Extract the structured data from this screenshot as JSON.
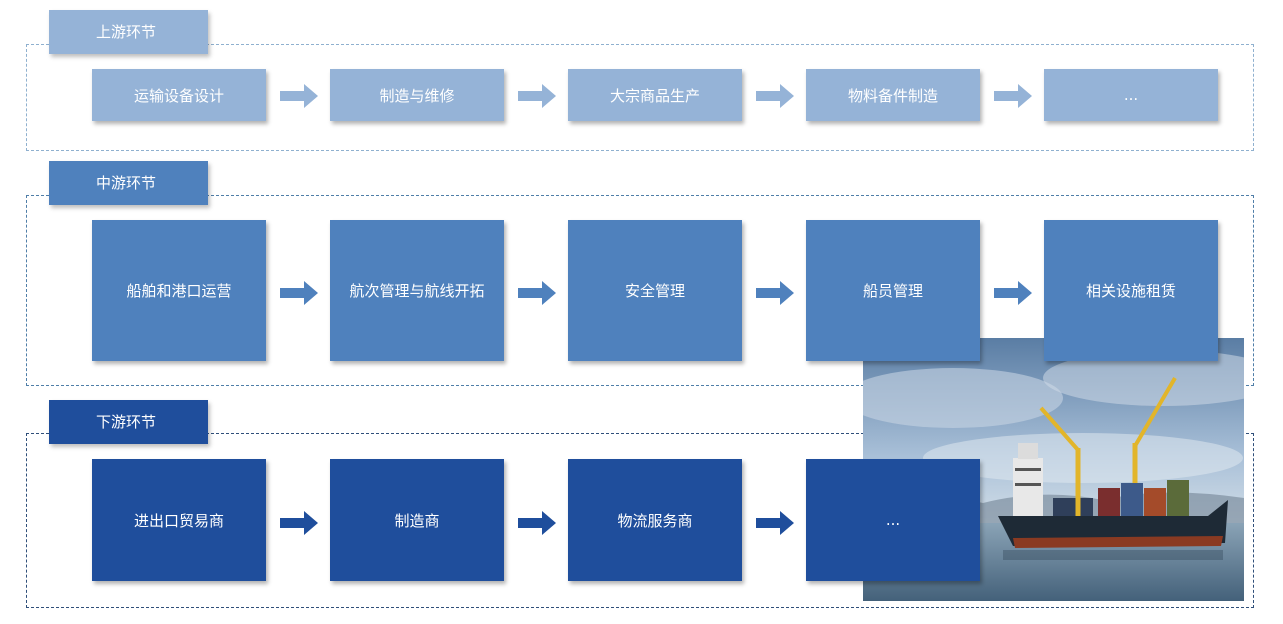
{
  "colors": {
    "upstream": "#95b3d7",
    "midstream": "#4f81bd",
    "downstream": "#1f4e9c",
    "upstream_border": "#8fb0cf",
    "midstream_border": "#4f7ea8",
    "downstream_border": "#2f4f7a"
  },
  "sections": [
    {
      "id": "upstream",
      "title": "上游环节",
      "items": [
        "运输设备设计",
        "制造与维修",
        "大宗商品生产",
        "物料备件制造",
        "..."
      ]
    },
    {
      "id": "midstream",
      "title": "中游环节",
      "items": [
        "船舶和港口运营",
        "航次管理与航线开拓",
        "安全管理",
        "船员管理",
        "相关设施租赁"
      ]
    },
    {
      "id": "downstream",
      "title": "下游环节",
      "items": [
        "进出口贸易商",
        "制造商",
        "物流服务商",
        "..."
      ]
    }
  ],
  "icons": {
    "arrow": "right-block-arrow-icon",
    "photo": "cargo-ship-photo"
  }
}
